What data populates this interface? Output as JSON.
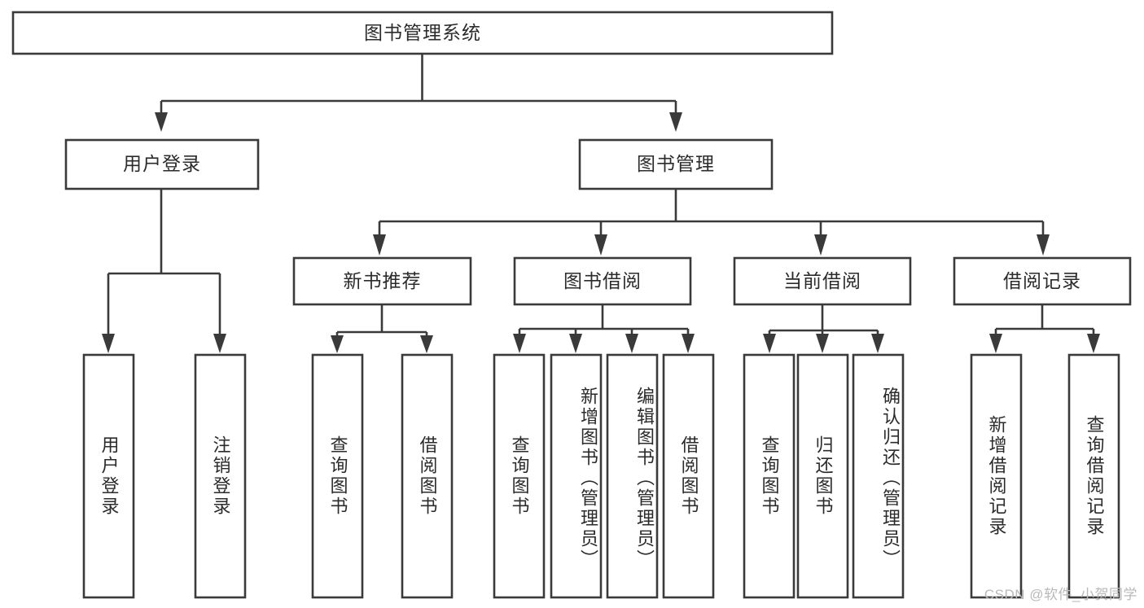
{
  "diagram": {
    "type": "tree-hierarchy-chart",
    "title": "图书管理系统",
    "watermark": "CSDN @软件_小贺同学",
    "colors": {
      "stroke": "#3a3a3a",
      "fill": "#ffffff",
      "text": "#2b2b2b",
      "watermark": "#b9b9b9"
    },
    "root": {
      "label": "图书管理系统"
    },
    "level2": [
      {
        "label": "用户登录"
      },
      {
        "label": "图书管理"
      }
    ],
    "level3": [
      {
        "label": "新书推荐"
      },
      {
        "label": "图书借阅"
      },
      {
        "label": "当前借阅"
      },
      {
        "label": "借阅记录"
      }
    ],
    "leaves": {
      "user_login": [
        {
          "label": "用户登录"
        },
        {
          "label": "注销登录"
        }
      ],
      "new_book_recommend": [
        {
          "label": "查询图书"
        },
        {
          "label": "借阅图书"
        }
      ],
      "book_borrow": [
        {
          "label": "查询图书"
        },
        {
          "label": "新增图书（管理员）"
        },
        {
          "label": "编辑图书（管理员）"
        },
        {
          "label": "借阅图书"
        }
      ],
      "current_borrow": [
        {
          "label": "查询图书"
        },
        {
          "label": "归还图书"
        },
        {
          "label": "确认归还（管理员）"
        }
      ],
      "borrow_record": [
        {
          "label": "新增借阅记录"
        },
        {
          "label": "查询借阅记录"
        }
      ]
    }
  }
}
